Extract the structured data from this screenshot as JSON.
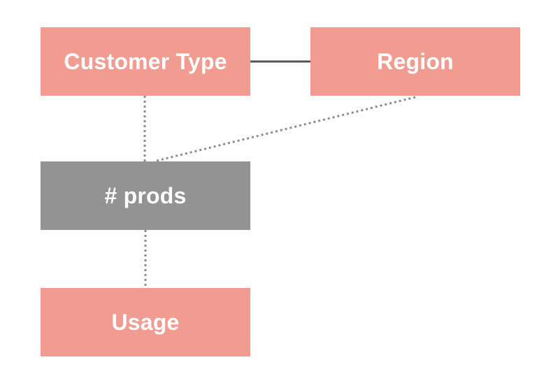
{
  "diagram": {
    "nodes": [
      {
        "id": "customer-type",
        "label": "Customer Type",
        "color": "#f29c91"
      },
      {
        "id": "region",
        "label": "Region",
        "color": "#f29c91"
      },
      {
        "id": "prods",
        "label": "# prods",
        "color": "#939393"
      },
      {
        "id": "usage",
        "label": "Usage",
        "color": "#f29c91"
      }
    ],
    "edges": [
      {
        "from": "customer-type",
        "to": "region",
        "style": "solid",
        "color": "#555555"
      },
      {
        "from": "customer-type",
        "to": "prods",
        "style": "dotted",
        "color": "#8c8c8c"
      },
      {
        "from": "region",
        "to": "prods",
        "style": "dotted",
        "color": "#8c8c8c"
      },
      {
        "from": "prods",
        "to": "usage",
        "style": "dotted",
        "color": "#8c8c8c"
      }
    ]
  }
}
